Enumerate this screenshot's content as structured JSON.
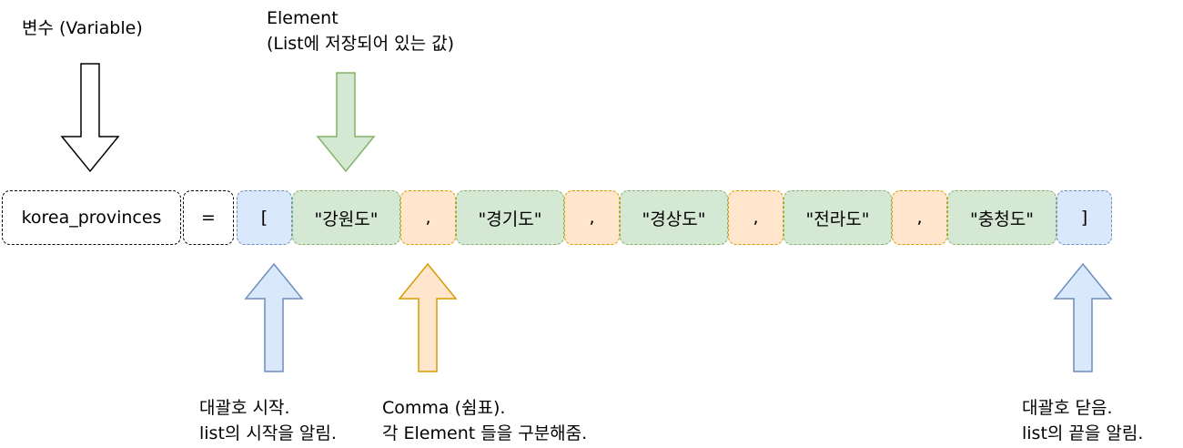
{
  "variable": {
    "name": "korea_provinces",
    "label": "변수 (Variable)"
  },
  "equals": "=",
  "open_bracket": "[",
  "close_bracket": "]",
  "elements": [
    "\"강원도\"",
    "\"경기도\"",
    "\"경상도\"",
    "\"전라도\"",
    "\"충청도\""
  ],
  "comma": ",",
  "annotations": {
    "element_title": "Element",
    "element_desc": "(List에 저장되어 있는 값)",
    "open_line1": "대괄호 시작.",
    "open_line2": "list의 시작을 알림.",
    "comma_line1": "Comma (쉼표).",
    "comma_line2": "각 Element 들을 구분해줌.",
    "close_line1": "대괄호 닫음.",
    "close_line2": "list의 끝을 알림."
  },
  "colors": {
    "bracket_fill": "#dae8fc",
    "bracket_stroke": "#6c8ebf",
    "element_fill": "#d5e8d4",
    "element_stroke": "#82b366",
    "comma_fill": "#ffe6cc",
    "comma_stroke": "#d79b00"
  }
}
